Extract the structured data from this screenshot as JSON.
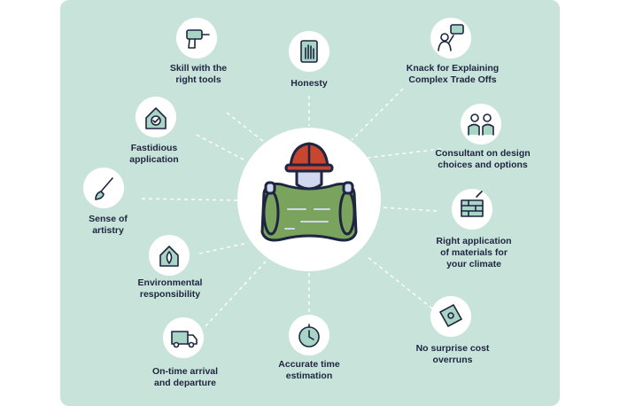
{
  "colors": {
    "background_panel": "#c8e3da",
    "navy": "#1e2540",
    "helmet": "#c8452f",
    "blueprint": "#7aa35e",
    "icon_accent": "#a9d5c6",
    "connector": "#ffffff"
  },
  "center": {
    "icon": "construction-worker-blueprint-icon"
  },
  "items": [
    {
      "key": "tools",
      "icon": "drill-icon",
      "lines": [
        "Skill with the",
        "right tools"
      ]
    },
    {
      "key": "honesty",
      "icon": "hand-on-book-icon",
      "lines": [
        "Honesty"
      ]
    },
    {
      "key": "explain",
      "icon": "presenter-speech-icon",
      "lines": [
        "Knack for Explaining",
        "Complex Trade Offs"
      ]
    },
    {
      "key": "fastidious",
      "icon": "house-check-icon",
      "lines": [
        "Fastidious",
        "application"
      ]
    },
    {
      "key": "consultant",
      "icon": "two-people-icon",
      "lines": [
        "Consultant on design",
        "choices and options"
      ]
    },
    {
      "key": "artistry",
      "icon": "paintbrush-icon",
      "lines": [
        "Sense of",
        "artistry"
      ]
    },
    {
      "key": "materials",
      "icon": "brick-wall-icon",
      "lines": [
        "Right application",
        "of materials for",
        "your climate"
      ]
    },
    {
      "key": "environment",
      "icon": "eco-house-icon",
      "lines": [
        "Environmental",
        "responsibility"
      ]
    },
    {
      "key": "cost",
      "icon": "money-bill-icon",
      "lines": [
        "No surprise cost",
        "overruns"
      ]
    },
    {
      "key": "ontime",
      "icon": "delivery-van-icon",
      "lines": [
        "On-time arrival",
        "and departure"
      ]
    },
    {
      "key": "estimation",
      "icon": "stopwatch-icon",
      "lines": [
        "Accurate time",
        "estimation"
      ]
    }
  ]
}
